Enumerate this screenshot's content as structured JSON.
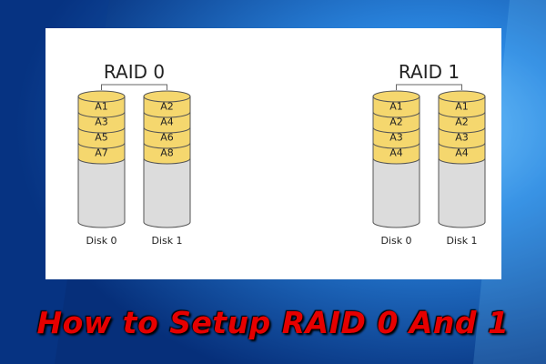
{
  "headline": "How to Setup RAID 0 And 1",
  "colors": {
    "stripe_fill": "#f5d76e",
    "empty_fill": "#dcdcdc",
    "outline": "#555555",
    "headline": "#e60000"
  },
  "diagrams": [
    {
      "title": "RAID 0",
      "disks": [
        {
          "label": "Disk 0",
          "blocks": [
            "A1",
            "A3",
            "A5",
            "A7"
          ]
        },
        {
          "label": "Disk 1",
          "blocks": [
            "A2",
            "A4",
            "A6",
            "A8"
          ]
        }
      ]
    },
    {
      "title": "RAID 1",
      "disks": [
        {
          "label": "Disk 0",
          "blocks": [
            "A1",
            "A2",
            "A3",
            "A4"
          ]
        },
        {
          "label": "Disk 1",
          "blocks": [
            "A1",
            "A2",
            "A3",
            "A4"
          ]
        }
      ]
    }
  ]
}
